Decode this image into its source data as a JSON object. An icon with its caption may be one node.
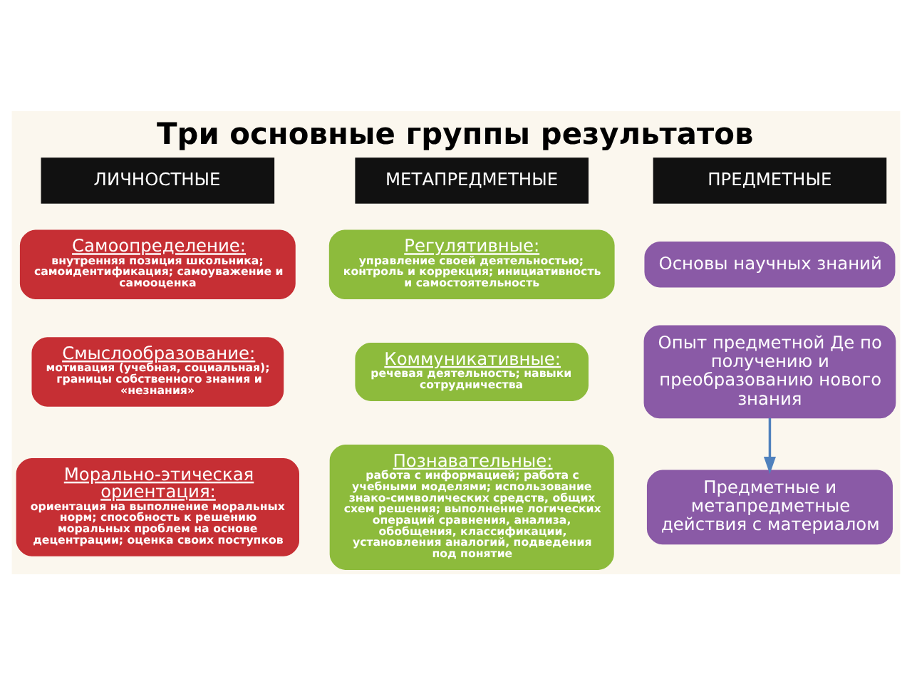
{
  "diagram": {
    "title": "Три основные группы результатов",
    "nodes": [
      {
        "text": [
          "ЛИЧНОСТНЫЕ"
        ]
      },
      {
        "text": [
          "МЕТАПРЕДМЕТНЫЕ"
        ]
      },
      {
        "text": [
          "ПРЕДМЕТНЫЕ"
        ]
      },
      {
        "text": [
          "Самоопределение:",
          "внутренняя позиция школьника; самоидентификация; самоуважение и самооценка"
        ]
      },
      {
        "text": [
          "Регулятивные:",
          "управление своей деятельностью; контроль и коррекция; инициативность и самостоятельность"
        ]
      },
      {
        "text": [
          "Основы научных знаний"
        ]
      },
      {
        "text": [
          "Смыслообразование:",
          "мотивация (учебная, социальная); границы собственного знания и «незнания»"
        ]
      },
      {
        "text": [
          "Коммуникативные:",
          "речевая деятельность; навыки сотрудничества"
        ]
      },
      {
        "text": [
          "Опыт предметной Де по получению и преобразованию нового знания"
        ]
      },
      {
        "text": [
          "Морально-этическая ориентация:",
          "ориентация на выполнение моральных норм; способность к решению моральных проблем на основе децентрации; оценка своих поступков"
        ]
      },
      {
        "text": [
          "Познавательные:",
          "работа с информацией; работа с учебными моделями; использование знако-символических средств, общих схем решения; выполнение логических операций сравнения, анализа, обобщения, классификации, установления аналогий, подведения под понятие"
        ]
      },
      {
        "text": [
          "Предметные и метапредметные действия с материалом"
        ]
      }
    ],
    "edges": [
      {
        "from": 8,
        "to": 11,
        "arrow": "to"
      }
    ]
  }
}
